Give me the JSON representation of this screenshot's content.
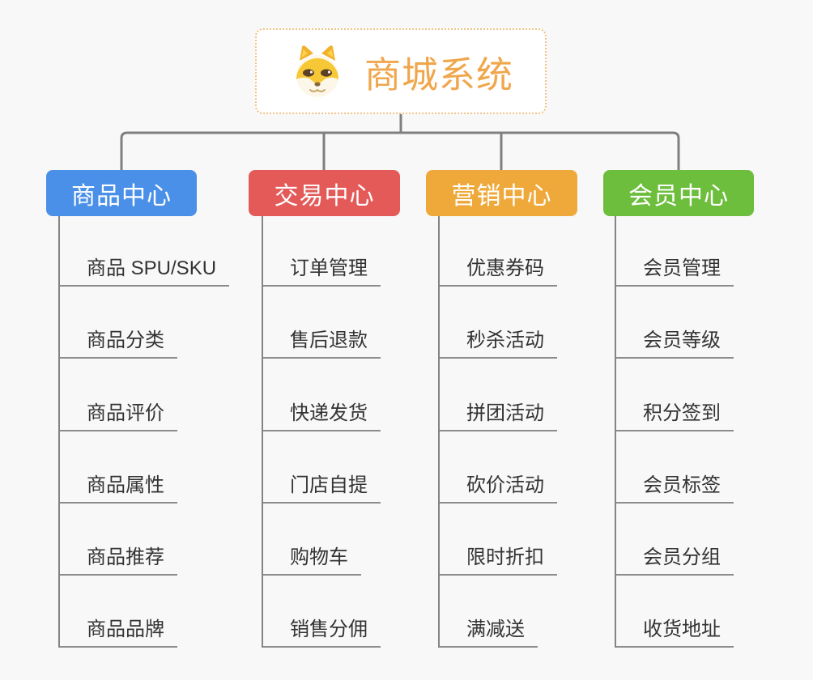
{
  "root": {
    "title": "商城系统",
    "icon": "shiba-dog-icon"
  },
  "branches": [
    {
      "label": "商品中心",
      "color": "#4A90E8",
      "children": [
        "商品 SPU/SKU",
        "商品分类",
        "商品评价",
        "商品属性",
        "商品推荐",
        "商品品牌"
      ]
    },
    {
      "label": "交易中心",
      "color": "#E35A59",
      "children": [
        "订单管理",
        "售后退款",
        "快递发货",
        "门店自提",
        "购物车",
        "销售分佣"
      ]
    },
    {
      "label": "营销中心",
      "color": "#EFA93B",
      "children": [
        "优惠券码",
        "秒杀活动",
        "拼团活动",
        "砍价活动",
        "限时折扣",
        "满减送"
      ]
    },
    {
      "label": "会员中心",
      "color": "#6CBE3C",
      "children": [
        "会员管理",
        "会员等级",
        "积分签到",
        "会员标签",
        "会员分组",
        "收货地址"
      ]
    }
  ],
  "colors": {
    "background": "#F8F8F8",
    "root_text": "#F0A64B",
    "root_border": "#F0C285",
    "connector": "#7F7F7F",
    "underline": "#8C8C8C",
    "child_text": "#333333"
  }
}
